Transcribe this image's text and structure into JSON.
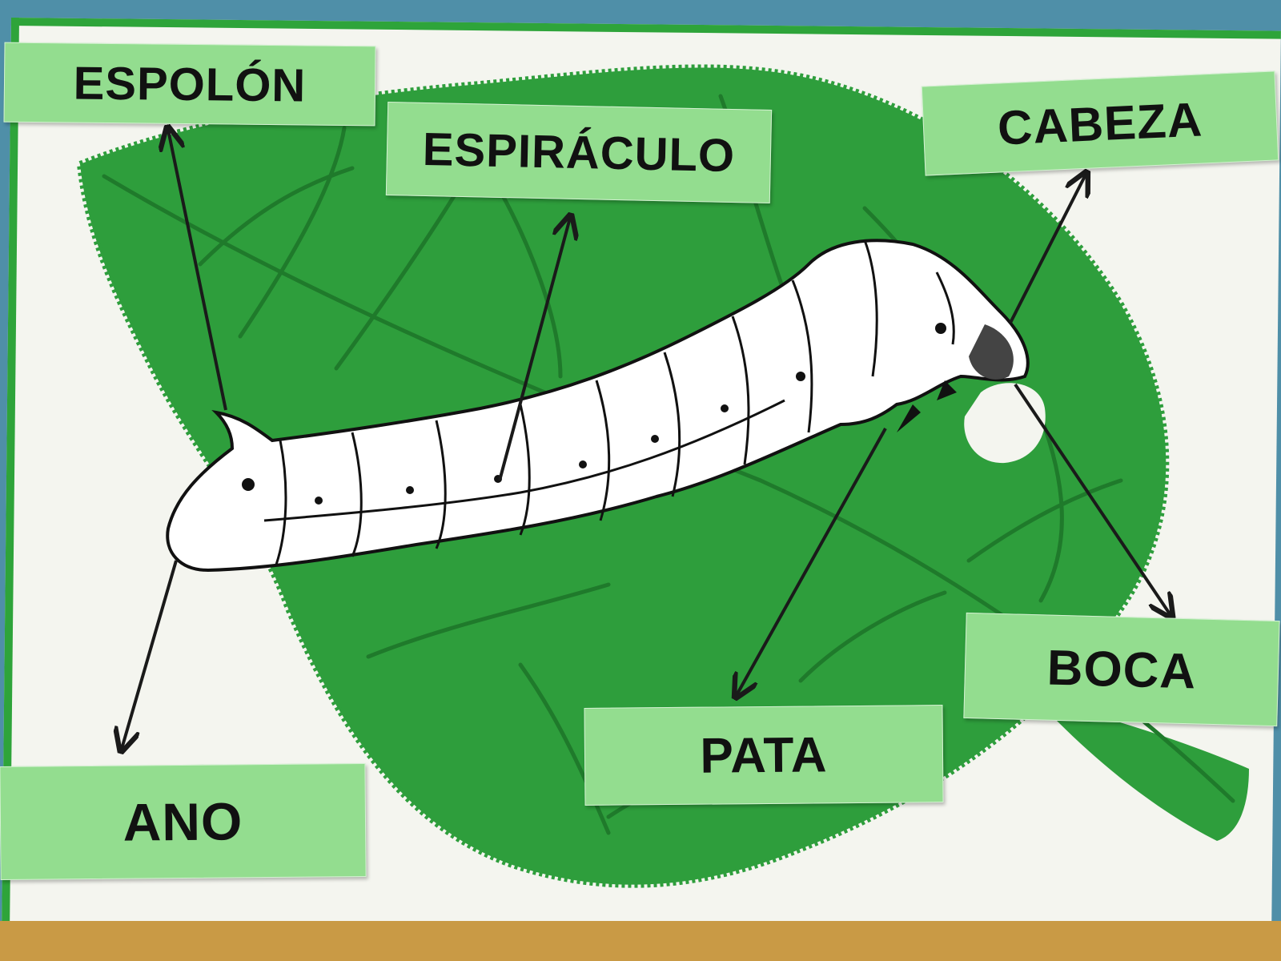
{
  "labels": {
    "espolon": "ESPOLÓN",
    "espiraculo": "ESPIRÁCULO",
    "cabeza": "CABEZA",
    "boca": "BOCA",
    "pata": "PATA",
    "ano": "ANO"
  },
  "colors": {
    "leaf": "#2e9e3c",
    "vein": "#1f7a2b",
    "label_bg": "#93dd8f",
    "board_border": "#2ea43a",
    "arrow": "#1a1a1a"
  }
}
